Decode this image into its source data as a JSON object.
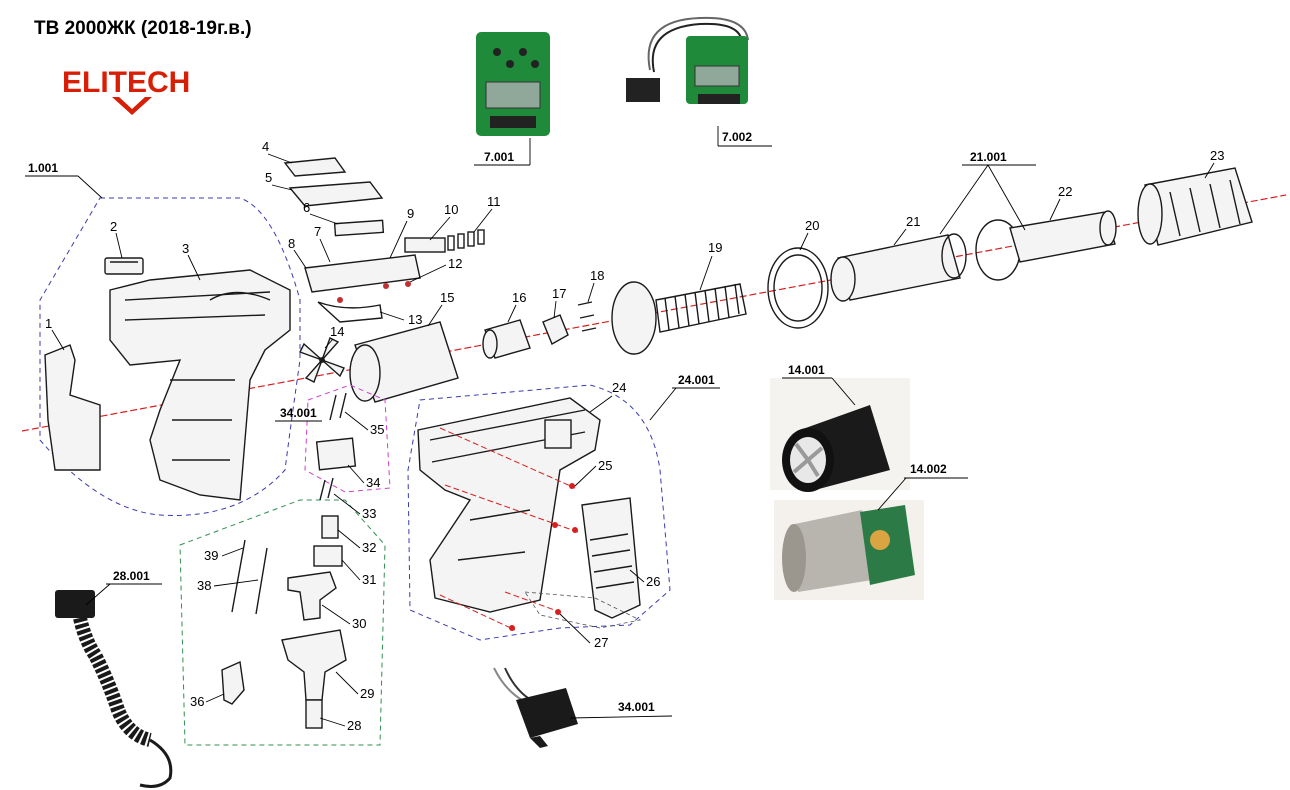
{
  "title": "ТВ 2000ЖК (2018-19г.в.)",
  "logo": {
    "text": "ELITECH",
    "color": "#d81e05"
  },
  "colors": {
    "axis": "#d62020",
    "group_blue": "#3b3bb0",
    "group_pink": "#d040d0",
    "group_green": "#2f8f4f",
    "pcb": "#1f8a3a"
  },
  "assembly_refs": {
    "r1001": "1.001",
    "r7001": "7.001",
    "r7002": "7.002",
    "r21001": "21.001",
    "r24001": "24.001",
    "r34001a": "34.001",
    "r14001": "14.001",
    "r14002": "14.002",
    "r28001": "28.001",
    "r34001b": "34.001"
  },
  "parts": {
    "p1": "1",
    "p2": "2",
    "p3": "3",
    "p4": "4",
    "p5": "5",
    "p6": "6",
    "p7": "7",
    "p8": "8",
    "p9": "9",
    "p10": "10",
    "p11": "11",
    "p12": "12",
    "p13": "13",
    "p14": "14",
    "p15": "15",
    "p16": "16",
    "p17": "17",
    "p18": "18",
    "p19": "19",
    "p20": "20",
    "p21": "21",
    "p22": "22",
    "p23": "23",
    "p24": "24",
    "p25": "25",
    "p26": "26",
    "p27": "27",
    "p28": "28",
    "p29": "29",
    "p30": "30",
    "p31": "31",
    "p32": "32",
    "p33": "33",
    "p34": "34",
    "p35": "35",
    "p36": "36",
    "p38": "38",
    "p39": "39"
  }
}
